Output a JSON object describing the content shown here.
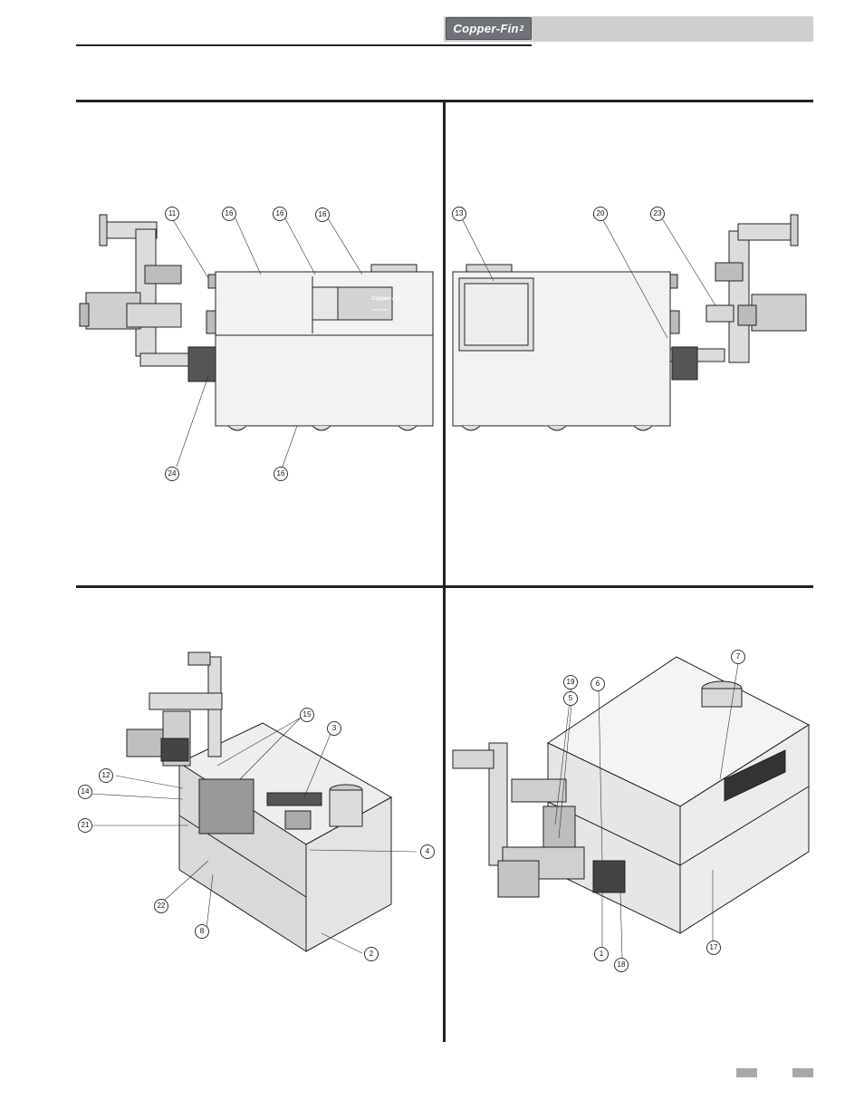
{
  "header": {
    "logo_text": "Copper-Fin",
    "logo_sup": "2"
  },
  "unit_badge_text": "Copper-Fin",
  "unit_badge_sup": "2",
  "unit_brand_text": "Lochinvar",
  "callouts": {
    "front_view": [
      "11",
      "16",
      "16",
      "16",
      "24",
      "16"
    ],
    "rear_view": [
      "13",
      "20",
      "23"
    ],
    "left_iso": [
      "15",
      "3",
      "12",
      "14",
      "21",
      "4",
      "22",
      "8",
      "2"
    ],
    "right_iso": [
      "7",
      "19",
      "5",
      "6",
      "1",
      "18",
      "17"
    ]
  },
  "colors": {
    "rule": "#222222",
    "header_bar": "#cfcfcf",
    "logo_bg": "#6f7377",
    "footer_tab": "#a8a8a8"
  }
}
